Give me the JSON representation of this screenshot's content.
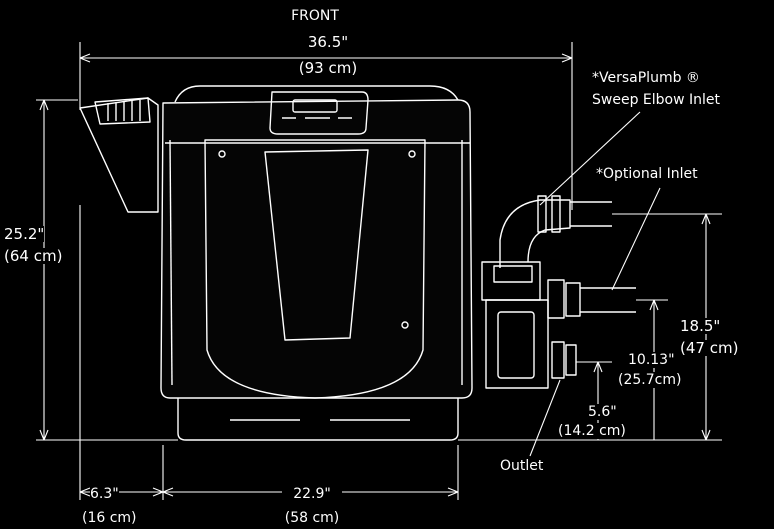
{
  "title": "FRONT",
  "width": {
    "in": "36.5\"",
    "cm": "(93 cm)"
  },
  "height": {
    "in": "25.2\"",
    "cm": "(64 cm)"
  },
  "inlet_height": {
    "in": "18.5\"",
    "cm": "(47 cm)"
  },
  "optional_inlet_height": {
    "in": "10.13\"",
    "cm": "(25.7cm)"
  },
  "outlet_height": {
    "in": "5.6\"",
    "cm": "(14.2 cm)"
  },
  "left_offset": {
    "in": "6.3\"",
    "cm": "(16 cm)"
  },
  "base_width": {
    "in": "22.9\"",
    "cm": "(58 cm)"
  },
  "callouts": {
    "versaplumb_line1": "*VersaPlumb ®",
    "versaplumb_line2": "Sweep Elbow Inlet",
    "optional_inlet": "*Optional Inlet",
    "outlet": "Outlet"
  },
  "colors": {
    "background": "#000000",
    "line": "#ffffff",
    "body": "#0b0b0b"
  }
}
